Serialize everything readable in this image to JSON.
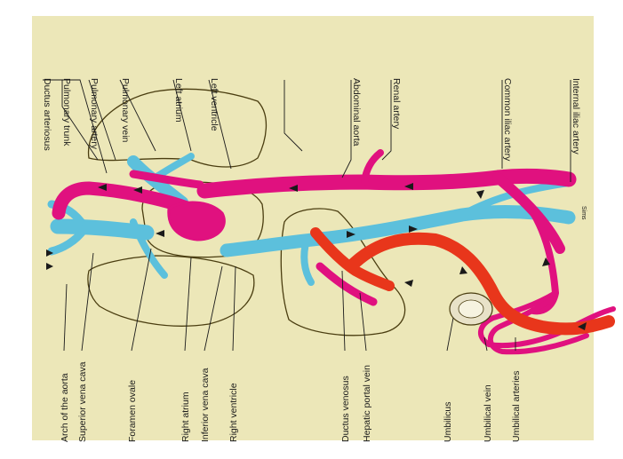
{
  "labels": {
    "ductus_arteriosus": "Ductus arteriosus",
    "pulmonary_trunk": "Pulmonary trunk",
    "pulmonary_artery": "Pulmonary artery",
    "pulmonary_vein": "Pulmonary vein",
    "left_atrium": "Left atrium",
    "left_ventricle": "Left ventricle",
    "abdominal_aorta": "Abdominal aorta",
    "renal_artery": "Renal artery",
    "common_iliac_artery": "Common iliac artery",
    "internal_iliac_artery": "Internal iliac artery",
    "arch_of_aorta": "Arch of the aorta",
    "superior_vena_cava": "Superior vena cava",
    "foramen_ovale": "Foramen ovale",
    "right_atrium": "Right atrium",
    "inferior_vena_cava": "Inferior vena cava",
    "right_ventricle": "Right ventricle",
    "ductus_venosus": "Ductus venosus",
    "hepatic_portal_vein": "Hepatic portal vein",
    "umbilicus": "Umbilicus",
    "umbilical_vein": "Umbilical vein",
    "umbilical_arteries": "Umbilical arteries",
    "artist_signature": "Sims"
  },
  "colors": {
    "oxygen_poor": "#e0117f",
    "oxygen_mixed": "#5cc0dc",
    "oxygen_rich": "#e8361b",
    "outline": "#4a3d10",
    "background": "#ece7b8"
  }
}
